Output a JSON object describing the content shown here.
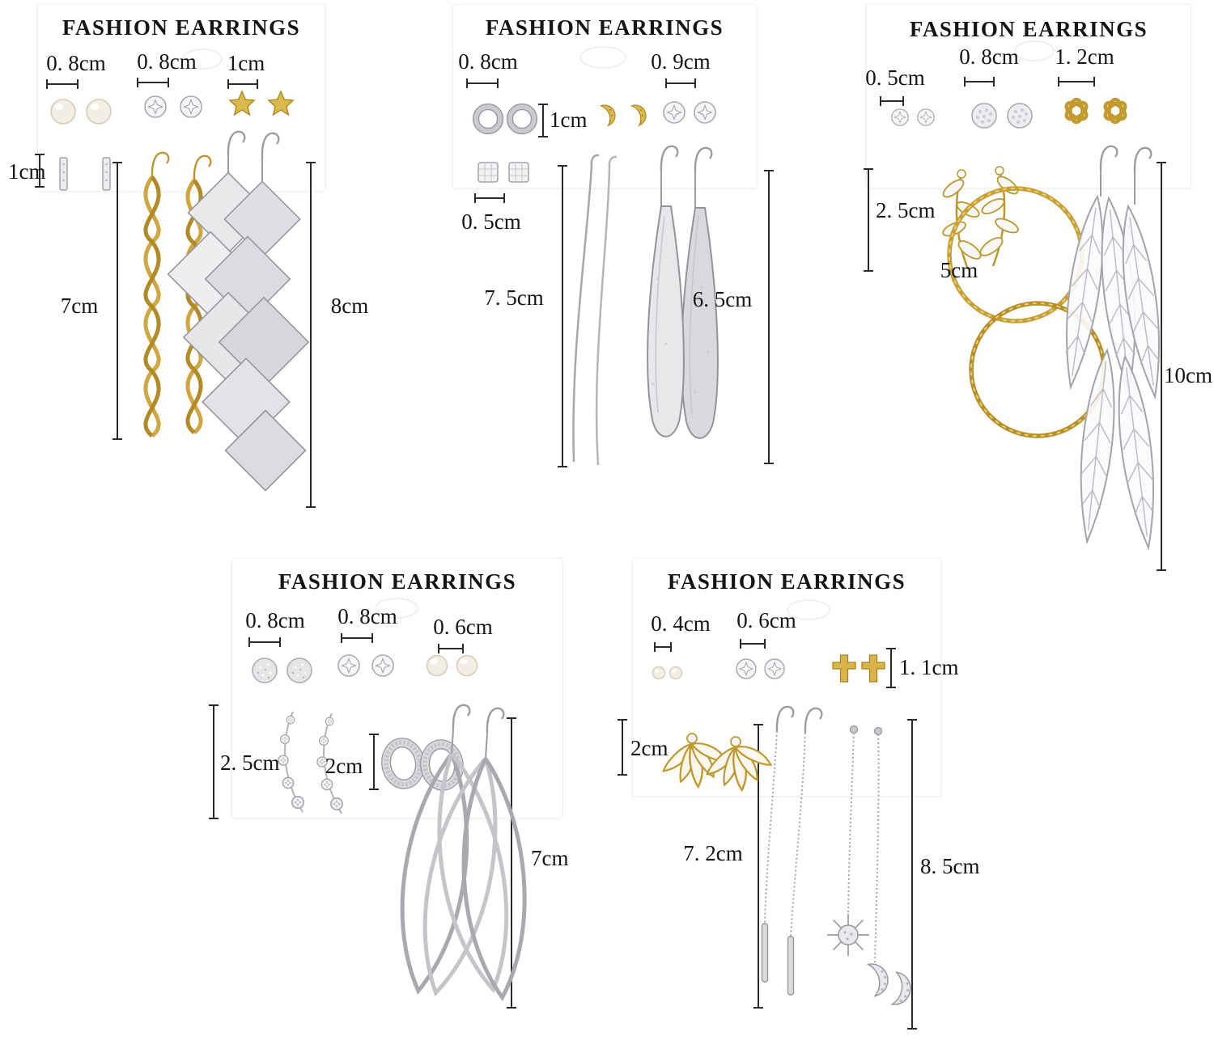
{
  "cards": [
    {
      "title": "FASHION EARRINGS",
      "labels": {
        "pearl_studs": "0. 8cm",
        "crystal_studs": "0. 8cm",
        "star_studs": "1cm",
        "bar_studs": "1cm",
        "spiral_drops": "7cm",
        "diamond_drops": "8cm"
      }
    },
    {
      "title": "FASHION EARRINGS",
      "labels": {
        "circle_studs": "0. 8cm",
        "moon_studs": "1cm",
        "crystal_studs": "0. 9cm",
        "square_studs": "0. 5cm",
        "wire_drops": "7. 5cm",
        "triangle_drops": "6. 5cm"
      }
    },
    {
      "title": "FASHION EARRINGS",
      "labels": {
        "small_crystal_studs": "0. 5cm",
        "crystal_ball_studs": "0. 8cm",
        "knot_studs": "1. 2cm",
        "crystal_climbers": "2. 5cm",
        "hoops": "5cm",
        "leaf_drops": "10cm"
      }
    },
    {
      "title": "FASHION EARRINGS",
      "labels": {
        "stardust_studs": "0. 8cm",
        "crystal_studs": "0. 8cm",
        "pearl_studs": "0. 6cm",
        "crystal_climbers": "2. 5cm",
        "hoop_huggies": "2cm",
        "twist_drops": "7cm"
      }
    },
    {
      "title": "FASHION EARRINGS",
      "labels": {
        "pearl_studs": "0. 4cm",
        "crystal_studs": "0. 6cm",
        "cross_studs": "1. 1cm",
        "lotus_jackets": "2cm",
        "bar_chain_drops": "7. 2cm",
        "celestial_drops": "8. 5cm"
      }
    }
  ]
}
